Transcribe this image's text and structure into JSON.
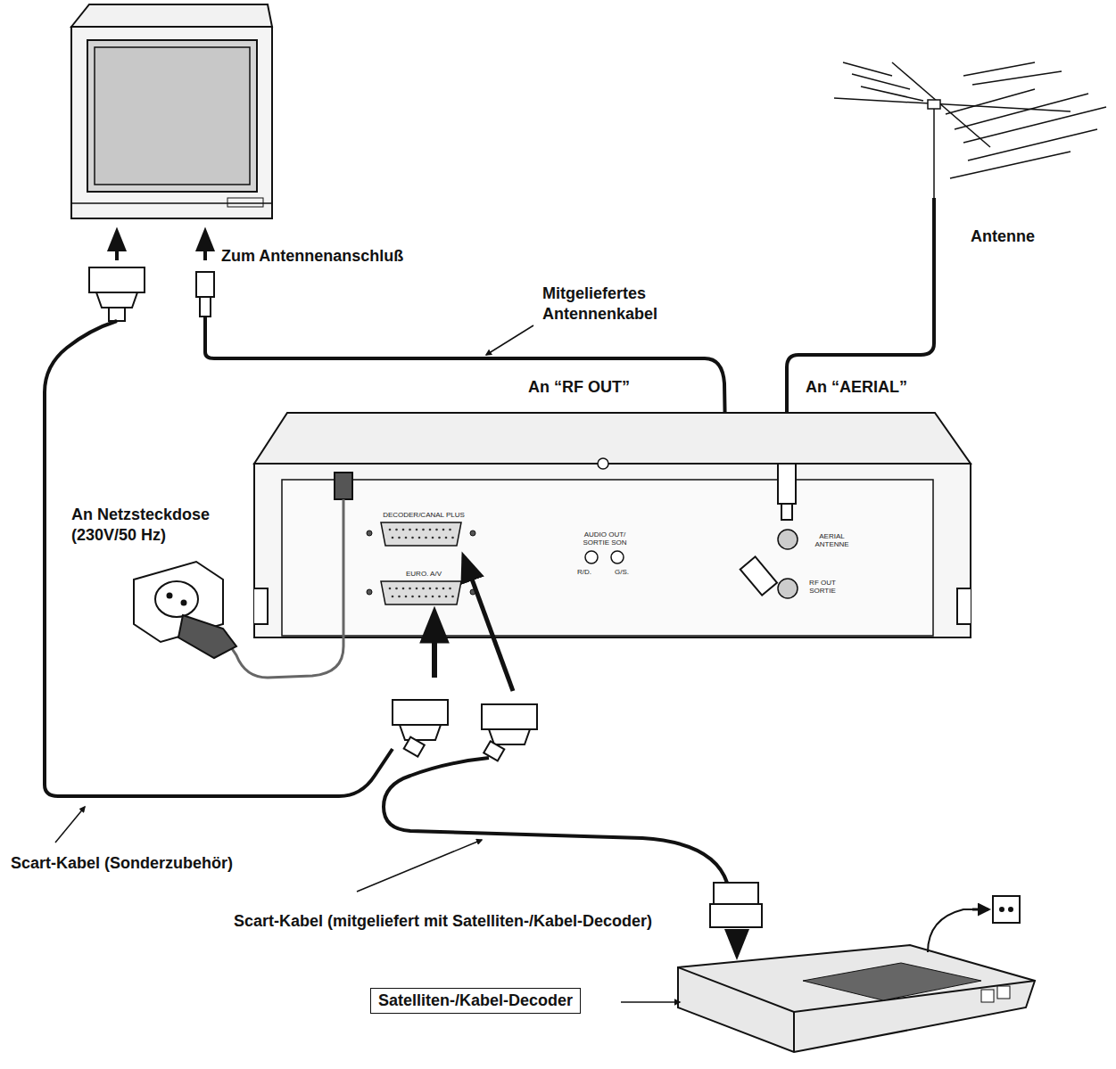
{
  "diagram": {
    "nodes": [
      {
        "text": [
          "Satelliten-/Kabel-Decoder"
        ]
      }
    ],
    "labels": [
      "Zum Antennenanschluß",
      "Mitgeliefertes Antennenkabel",
      "An “RF OUT”",
      "An “AERIAL”",
      "Antenne",
      "An Netzsteckdose (230V/50 Hz)",
      "Scart-Kabel (Sonderzubehör)",
      "Scart-Kabel (mitgeliefert mit Satelliten-/Kabel-Decoder)",
      "DECODER/CANAL PLUS",
      "EURO. A/V",
      "AUDIO OUT/ SORTIE SON",
      "R/D.",
      "G/S.",
      "AERIAL ANTENNE",
      "RF OUT SORTIE"
    ]
  }
}
